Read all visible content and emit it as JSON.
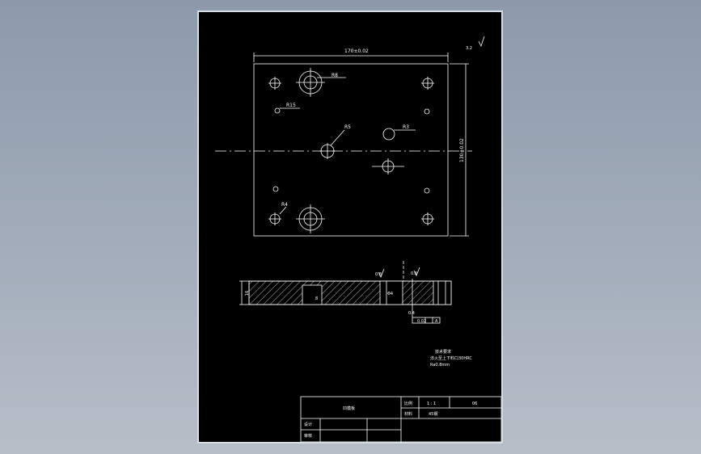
{
  "drawing": {
    "top_dimension": "170±0.02",
    "side_dimension": "130±0.02",
    "roughness_top_right": "3.2",
    "radii": {
      "r8": "R8",
      "r15": "R15",
      "r5": "R5",
      "r3": "R3",
      "r4": "R4"
    },
    "section": {
      "height_dim": "16",
      "depth_dim": "8",
      "roughness_a": "0.8",
      "roughness_b": "0.8",
      "dia_label": "Φ4",
      "spacing": "0.4",
      "tolerance_frame": "0.02",
      "datum": "A"
    },
    "notes": {
      "title": "技术要求",
      "line1": "淬火至上下料口30HRC",
      "line2": "Ra0.8mm"
    }
  },
  "title_block": {
    "part_name": "凹模板",
    "ratio_label": "比例",
    "ratio_value": "1 : 1",
    "drawing_no": "06",
    "material_label": "材料",
    "material_value": "45钢",
    "designer_label": "设计",
    "checker_label": "审核"
  },
  "colors": {
    "line": "#ffffff",
    "background": "#000000",
    "workspace": "#9aa6b5"
  }
}
